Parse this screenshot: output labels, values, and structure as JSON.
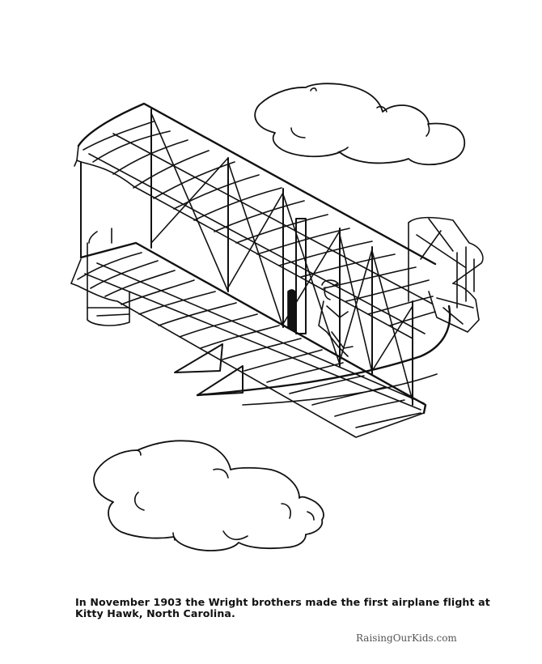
{
  "page": {
    "type": "coloring-page",
    "background": "#ffffff",
    "line_color": "#111111"
  },
  "illustration": {
    "subject": "Wright brothers biplane (1903 Wright Flyer) with pilot",
    "elements": [
      "biplane",
      "pilot",
      "cloud-top-right",
      "cloud-bottom-left"
    ]
  },
  "caption": {
    "text": "In November 1903 the Wright brothers made the first airplane flight at Kitty Hawk, North Carolina."
  },
  "credit": {
    "text": "RaisingOurKids.com",
    "color": "#555555"
  }
}
